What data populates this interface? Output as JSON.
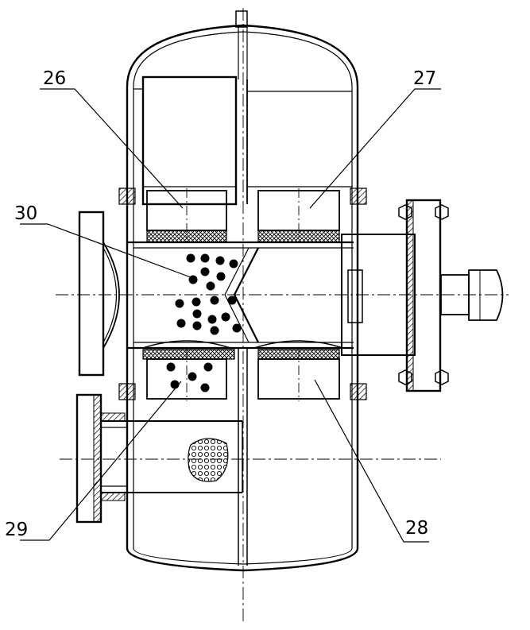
{
  "labels": {
    "l26": "26",
    "l27": "27",
    "l30": "30",
    "l29": "29",
    "l28": "28"
  },
  "colors": {
    "line": "#000000",
    "background": "#ffffff",
    "hatch": "#000000"
  }
}
